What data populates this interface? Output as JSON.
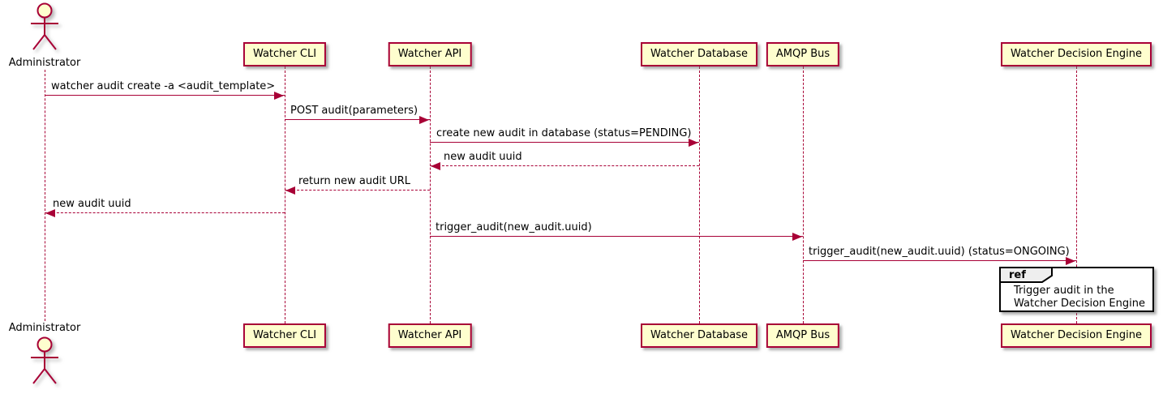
{
  "colors": {
    "accent": "#A80036",
    "participant_fill": "#FEFECE",
    "ref_border": "#000000",
    "ref_tab_fill": "#EEEEEE",
    "background": "#FFFFFF"
  },
  "actor": {
    "name": "Administrator"
  },
  "participants": [
    {
      "label": "Watcher CLI"
    },
    {
      "label": "Watcher API"
    },
    {
      "label": "Watcher Database"
    },
    {
      "label": "AMQP Bus"
    },
    {
      "label": "Watcher Decision Engine"
    }
  ],
  "messages": [
    {
      "label": "watcher audit create -a <audit_template>",
      "from": "Administrator",
      "to": "Watcher CLI",
      "line": "solid"
    },
    {
      "label": "POST audit(parameters)",
      "from": "Watcher CLI",
      "to": "Watcher API",
      "line": "solid"
    },
    {
      "label": "create new audit in database (status=PENDING)",
      "from": "Watcher API",
      "to": "Watcher Database",
      "line": "solid"
    },
    {
      "label": "new audit uuid",
      "from": "Watcher Database",
      "to": "Watcher API",
      "line": "dashed"
    },
    {
      "label": "return new audit URL",
      "from": "Watcher API",
      "to": "Watcher CLI",
      "line": "dashed"
    },
    {
      "label": "new audit uuid",
      "from": "Watcher CLI",
      "to": "Administrator",
      "line": "dashed"
    },
    {
      "label": "trigger_audit(new_audit.uuid)",
      "from": "Watcher API",
      "to": "AMQP Bus",
      "line": "solid"
    },
    {
      "label": "trigger_audit(new_audit.uuid) (status=ONGOING)",
      "from": "AMQP Bus",
      "to": "Watcher Decision Engine",
      "line": "solid"
    }
  ],
  "ref_fragment": {
    "keyword": "ref",
    "line1": "Trigger audit in the",
    "line2": "Watcher Decision Engine"
  }
}
